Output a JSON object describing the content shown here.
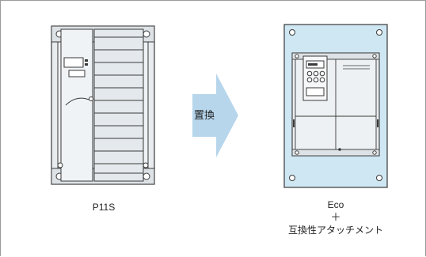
{
  "diagram": {
    "old_model_label": "P11S",
    "arrow_label": "置換",
    "new_model_label": "Eco",
    "plus_label": "＋",
    "attachment_label": "互換性アタッチメント"
  },
  "colors": {
    "attachment_plate": "#cfe7f3",
    "arrow": "#b7d6ec",
    "device_body": "#e8ecef",
    "outline": "#3a3a3a"
  }
}
